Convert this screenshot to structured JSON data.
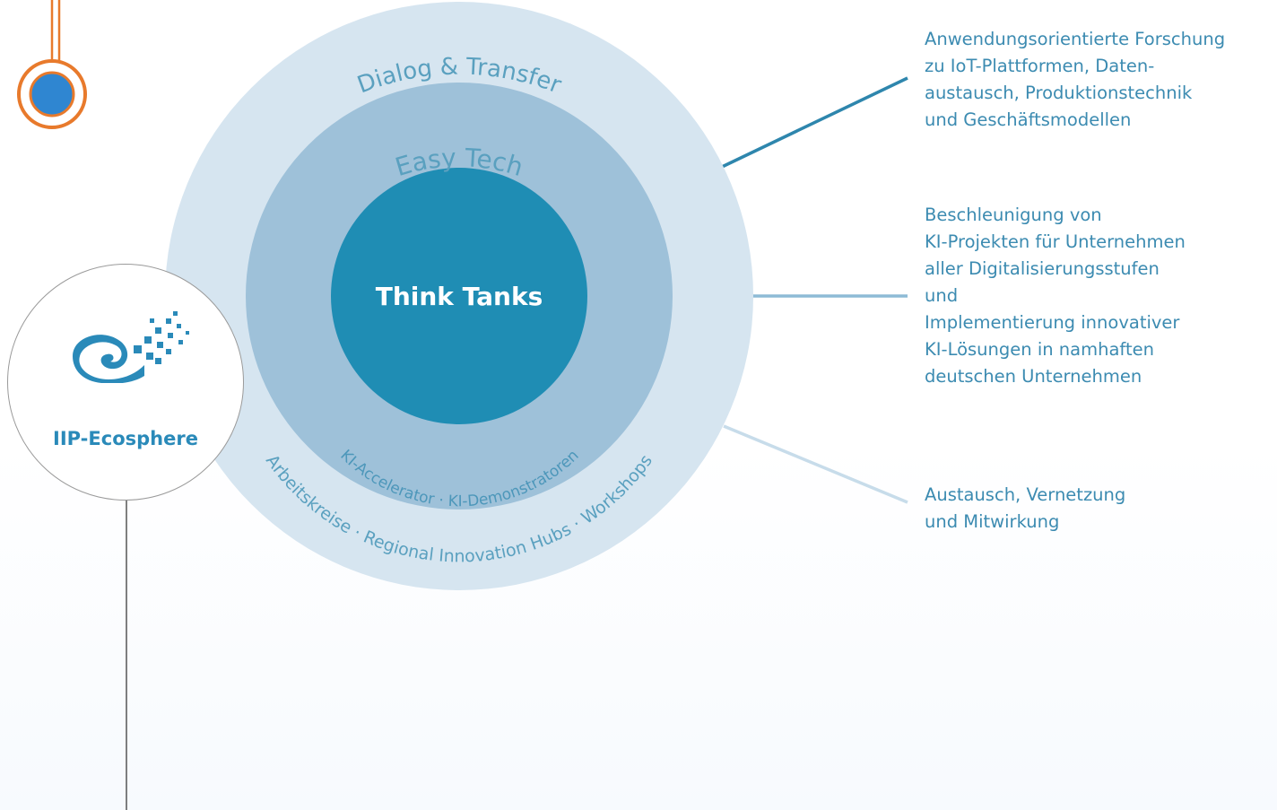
{
  "diagram": {
    "rings": {
      "outer_title": "Dialog & Transfer",
      "outer_items": "Arbeitskreise · Regional Innovation Hubs · Workshops",
      "middle_title": "Easy Tech",
      "middle_items": "KI-Accelerator · KI-Demonstratoren",
      "core_title": "Think Tanks"
    },
    "descriptions": {
      "think_tanks": "Anwendungsorientierte Forschung\nzu IoT-Plattformen, Daten-\naustausch, Produktionstechnik\nund Geschäftsmodellen",
      "easy_tech": "Beschleunigung von\nKI-Projekten für Unternehmen\naller Digitalisierungsstufen\nund\nImplementierung innovativer\nKI-Lösungen in namhaften\ndeutschen Unternehmen",
      "dialog_transfer": "Austausch, Vernetzung\nund Mitwirkung"
    },
    "logo": {
      "name": "IIP-Ecosphere",
      "icon": "wave-pixel-logo-icon"
    },
    "colors": {
      "outer_ring": "#d6e5f0",
      "middle_ring": "#9ec1d9",
      "core": "#1f8db4",
      "text": "#3c8bb1",
      "connector_orange": "#e87a2c",
      "node_blue": "#2f86d1"
    }
  }
}
